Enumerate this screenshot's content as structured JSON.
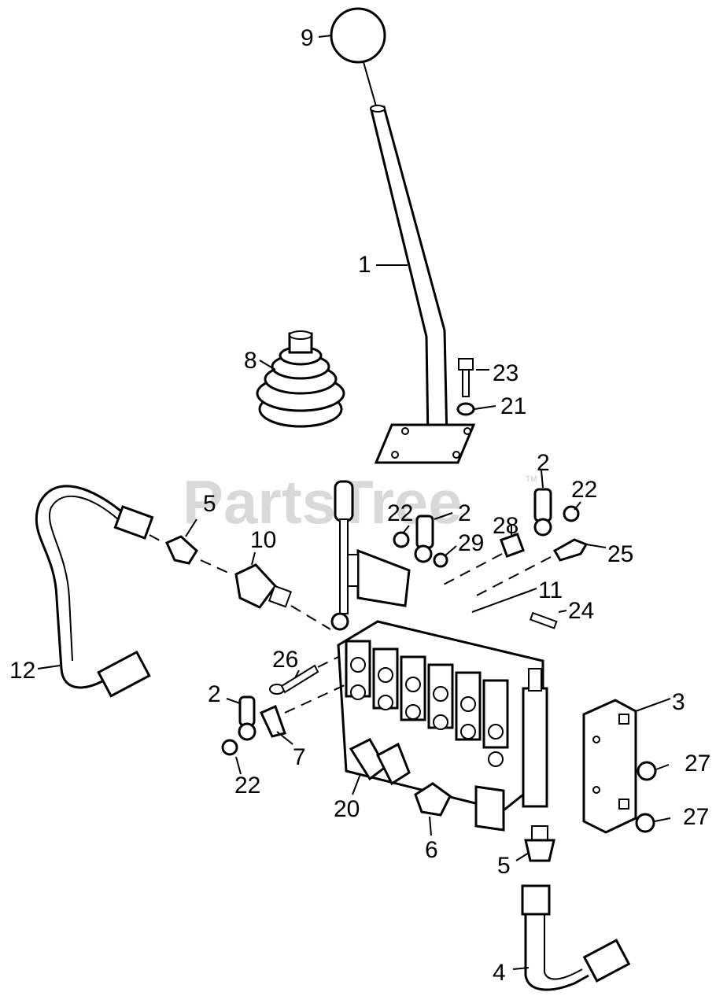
{
  "watermark": {
    "text": "PartsTree",
    "trademark": "TM"
  },
  "callouts": {
    "c1": "1",
    "c2a": "2",
    "c2b": "2",
    "c2c": "2",
    "c3": "3",
    "c4": "4",
    "c5a": "5",
    "c5b": "5",
    "c6": "6",
    "c7": "7",
    "c8": "8",
    "c9": "9",
    "c10": "10",
    "c11": "11",
    "c12": "12",
    "c20": "20",
    "c21": "21",
    "c22a": "22",
    "c22b": "22",
    "c22c": "22",
    "c23": "23",
    "c24": "24",
    "c25": "25",
    "c26": "26",
    "c27a": "27",
    "c27b": "27",
    "c28": "28",
    "c29": "29"
  }
}
